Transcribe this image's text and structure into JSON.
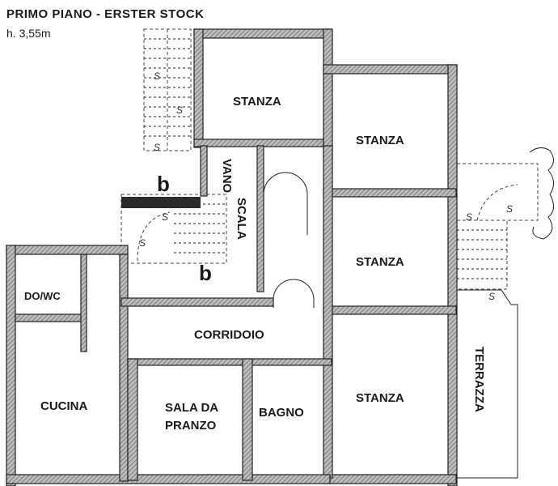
{
  "header": {
    "title": "PRIMO PIANO - ERSTER STOCK",
    "height": "h. 3,55m"
  },
  "rooms": {
    "stanza_top": "STANZA",
    "stanza_upper_right": "STANZA",
    "stanza_mid_right": "STANZA",
    "stanza_lower_right": "STANZA",
    "vano_scala_1": "VANO",
    "vano_scala_2": "SCALA",
    "dowc": "DO/WC",
    "corridoio": "CORRIDOIO",
    "cucina": "CUCINA",
    "sala_1": "SALA DA",
    "sala_2": "PRANZO",
    "bagno": "BAGNO",
    "terrazza": "TERRAZZA"
  },
  "markers": {
    "b_upper": "b",
    "b_lower": "b",
    "stair_s": "S"
  },
  "colors": {
    "wall": "#8a8a8a",
    "hatch_line": "#555555",
    "text": "#1a1a1a"
  }
}
